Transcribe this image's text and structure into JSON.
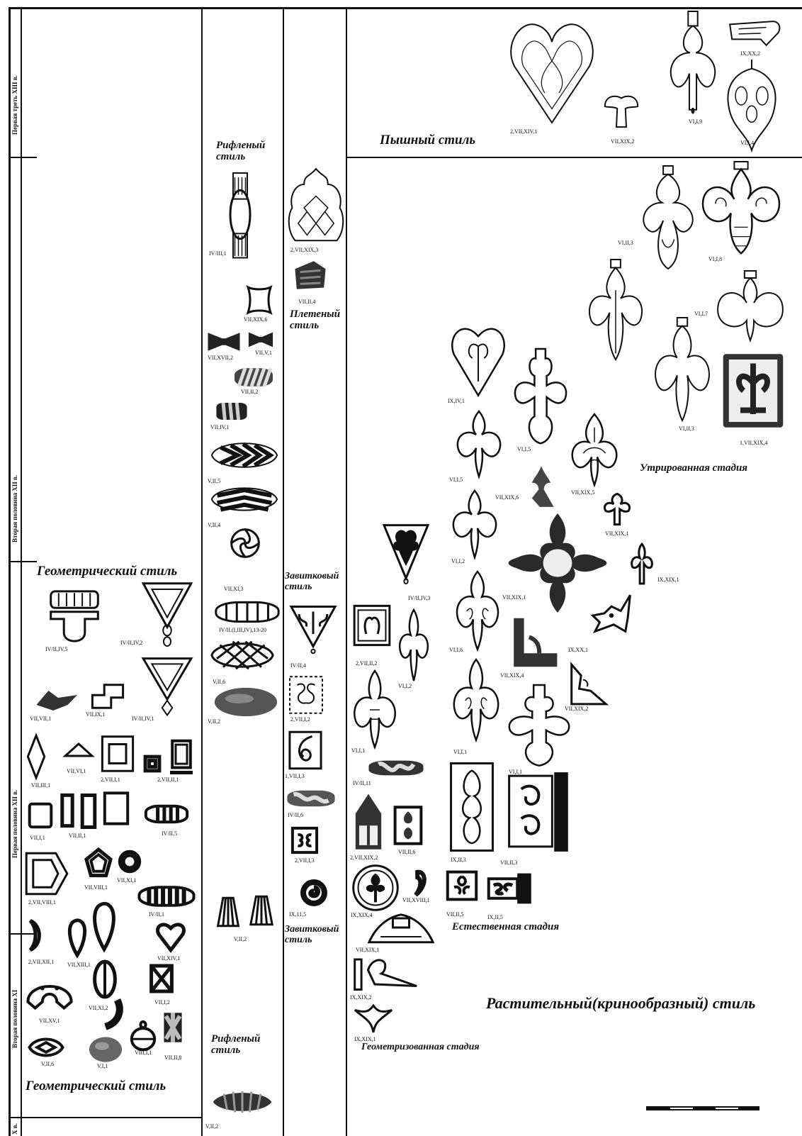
{
  "periods": [
    "Первая треть XIII в.",
    "Вторая половина XII в.",
    "Первая половина XII в.",
    "Вторая половина XI",
    "X в."
  ],
  "styles": {
    "lush": "Пышный стиль",
    "fluted_top": "Рифленый стиль",
    "wicker": "Плетеный стиль",
    "geometric_top": "Геометрический стиль",
    "scroll_top": "Завитковый стиль",
    "exaggerated_stage": "Утрированная стадия",
    "natural_stage": "Естественная стадия",
    "floral": "Растительный(кринообразный) стиль",
    "geometrized_stage": "Геометризованная стадия",
    "fluted_bottom": "Рифленый стиль",
    "geometric_bottom": "Геометрический стиль",
    "scroll_bottom": "Завитковый стиль"
  },
  "labels": [
    "2,VII,XIV,1",
    "VII,XIX,2",
    "VI,I,9",
    "IX,XX,2",
    "VI,I,4",
    "IV/III,1",
    "2,VII,XIX,3",
    "VII,II,4",
    "VII,XIX,6",
    "VII,XVII,2",
    "VII,V,1",
    "VII,II,2",
    "VII,IV,1",
    "V,II,5",
    "V,II,4",
    "VII,XI,3",
    "IV/II.(I,III,IV),13-20",
    "V,II,6",
    "V,II,2",
    "IV/II,4",
    "2,VII,I,2",
    "1,VII,I,3",
    "IV/II,6",
    "2,VII,I,3",
    "IX,11,5",
    "V,II,2",
    "V,II,2",
    "IV/II,IV,5",
    "IV/II,IV,2",
    "VII,VII,1",
    "VII,IX,1",
    "IV/II,IV,1",
    "VII,VI,1",
    "VII,III,1",
    "2,VII,I,1",
    "2,VII,II,1",
    "VII,I,1",
    "VII,II,1",
    "IV/II,5",
    "VII,VIII,1",
    "VII,XI,1",
    "2,VII,VIII,1",
    "IV/II,1",
    "2,VII,XII,1",
    "VII,XIII,1",
    "VII,XIV,1",
    "VII,XI,2",
    "VII,I,2",
    "VII,XV,1",
    "VIII,I,1",
    "VII,II,8",
    "V,II,6",
    "V,I,1",
    "VI,II,3",
    "VI,I,8",
    "VI,I,7",
    "IX,IV,1",
    "VI,II,3",
    "1,VII,XIX,4",
    "VI,I,5",
    "VI,I,5",
    "VII,XIX,6",
    "VII,XIX,5",
    "VII,XIX,1",
    "VI,I,2",
    "IV/II,IV,3",
    "VII,XIX,1",
    "IX,XIX,1",
    "2,VII,II,2",
    "VI,I,6",
    "VI,I,2",
    "IX,XX,1",
    "VII,XIX,4",
    "VII,XIX,2",
    "VI,I,1",
    "VI,I,1",
    "IV/II,11",
    "VI,I,1",
    "2,VII,XIX,2",
    "VII,II,6",
    "IX,II,3",
    "VII,II,3",
    "IX,XIX,4",
    "VII,XVIII,1",
    "VII,II,5",
    "IX,II,5",
    "VII,XIX,1",
    "IX,XIX,2",
    "IX,XIX,1"
  ]
}
